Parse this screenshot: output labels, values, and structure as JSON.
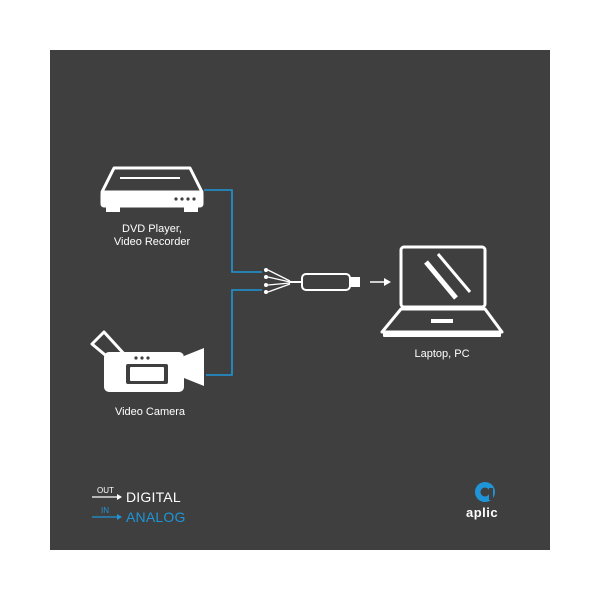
{
  "diagram": {
    "colors": {
      "panel": "#3f3f3f",
      "white": "#ffffff",
      "accent": "#1f95d8"
    },
    "sources": [
      {
        "id": "dvd",
        "label_lines": [
          "DVD Player,",
          "Video Recorder"
        ],
        "icon": "dvd-player-icon"
      },
      {
        "id": "cam",
        "label_lines": [
          "Video Camera"
        ],
        "icon": "video-camera-icon"
      }
    ],
    "adapter": {
      "icon": "usb-grabber-icon"
    },
    "target": {
      "label": "Laptop, PC",
      "icon": "laptop-icon"
    },
    "legend": {
      "out_small": "OUT",
      "out_word": "DIGITAL",
      "in_small": "IN",
      "in_word": "ANALOG"
    },
    "brand": {
      "name": "aplic",
      "icon": "aplic-logo-icon"
    }
  }
}
